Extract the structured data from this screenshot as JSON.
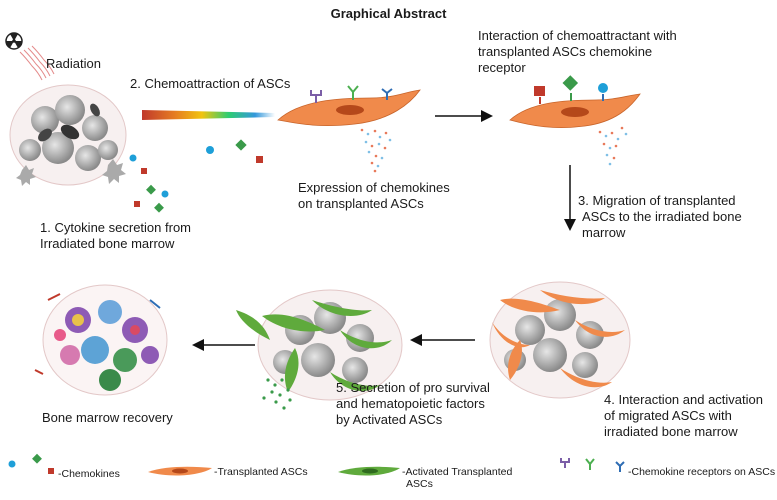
{
  "title": "Graphical Abstract",
  "labels": {
    "radiation": "Radiation",
    "step1_line1": "1. Cytokine secretion from",
    "step1_line2": "Irradiated bone marrow",
    "step2": "2. Chemoattraction of ASCs",
    "expression_line1": "Expression of chemokines",
    "expression_line2": "on transplanted ASCs",
    "interaction_line1": "Interaction of chemoattractant with",
    "interaction_line2": "transplanted ASCs chemokine",
    "interaction_line3": "receptor",
    "step3_line1": "3. Migration of transplanted",
    "step3_line2": "ASCs to the irradiated bone",
    "step3_line3": "marrow",
    "step4_line1": "4. Interaction and activation",
    "step4_line2": "of migrated ASCs with",
    "step4_line3": "irradiated bone marrow",
    "step5_line1": "5. Secretion of pro survival",
    "step5_line2": "and hematopoietic factors",
    "step5_line3": "by Activated ASCs",
    "recovery": "Bone marrow recovery"
  },
  "legend": {
    "chemokines": "-Chemokines",
    "transplanted_line1": "-Transplanted ASCs",
    "activated_line1": "-Activated Transplanted",
    "activated_line2": "ASCs",
    "receptors": "-Chemokine receptors on ASCs"
  },
  "colors": {
    "asc_orange": "#f08a4b",
    "activated_green": "#5faa3c",
    "chemokine_blue": "#1e9fd8",
    "chemokine_green": "#3a9a4a",
    "chemokine_red": "#c0392b",
    "receptor_purple": "#7b5ea7",
    "receptor_green": "#4caf50",
    "receptor_blue": "#2e6db4"
  }
}
